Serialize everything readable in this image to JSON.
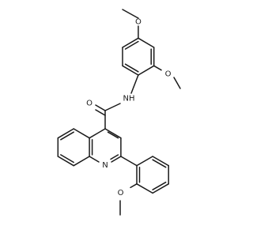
{
  "molecule": {
    "labels": {
      "o_top": "O",
      "o_right": "O",
      "nh": "NH",
      "o_carbonyl": "O",
      "n_ring": "N",
      "o_bottom": "O"
    }
  }
}
